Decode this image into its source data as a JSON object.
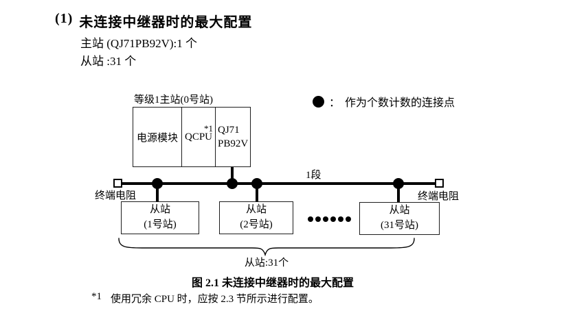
{
  "page": {
    "heading": {
      "number": "(1)",
      "text": "未连接中继器时的最大配置"
    },
    "intro_lines": [
      "主站 (QJ71PB92V):1 个",
      "从站 :31 个"
    ],
    "caption": "图 2.1 未连接中继器时的最大配置",
    "footnote": {
      "mark": "*1",
      "text": "使用冗余 CPU 时，应按 2.3 节所示进行配置。"
    }
  },
  "legend": {
    "separator": "：",
    "label": "作为个数计数的连接点"
  },
  "diagram": {
    "master": {
      "label": "等级1主站(0号站)",
      "modules": {
        "power": "电源模块",
        "cpu": "QCPU",
        "cpu_note": "*1",
        "network_line1": "QJ71",
        "network_line2": "PB92V"
      }
    },
    "bus": {
      "segment_label": "1段",
      "terminator_left": "终端电阻",
      "terminator_right": "终端电阻"
    },
    "slaves": [
      {
        "line1": "从站",
        "line2": "(1号站)"
      },
      {
        "line1": "从站",
        "line2": "(2号站)"
      },
      {
        "line1": "从站",
        "line2": "(31号站)"
      }
    ],
    "brace_label": "从站:31个"
  },
  "colors": {
    "ink": "#000000",
    "background": "#ffffff"
  }
}
